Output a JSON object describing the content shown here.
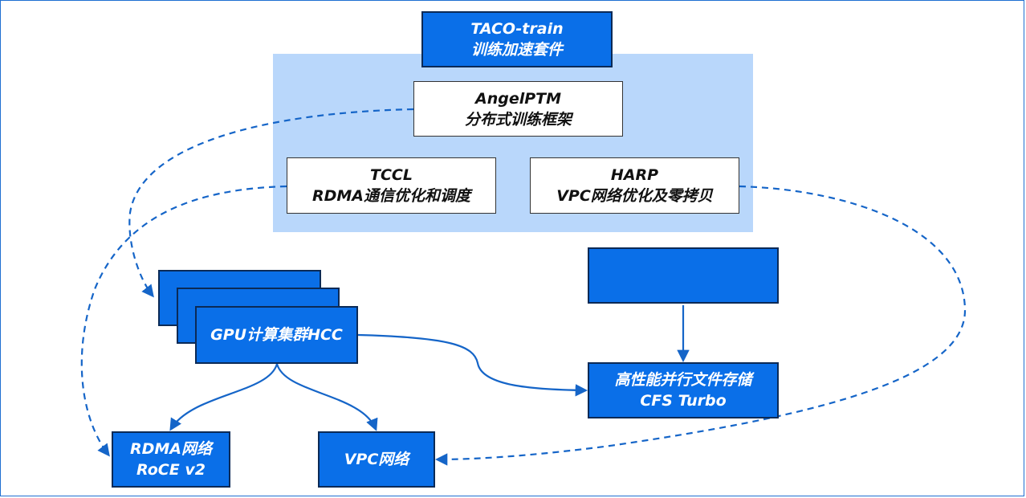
{
  "taco": {
    "line1": "TACO-train",
    "line2": "训练加速套件"
  },
  "angel": {
    "line1": "AngelPTM",
    "line2": "分布式训练框架"
  },
  "tccl": {
    "line1": "TCCL",
    "line2": "RDMA通信优化和调度"
  },
  "harp": {
    "line1": "HARP",
    "line2": "VPC网络优化及零拷贝"
  },
  "hcc": {
    "label": "GPU计算集群HCC"
  },
  "blurred_box": {
    "label": ""
  },
  "cfs": {
    "line1": "高性能并行文件存储",
    "line2": "CFS Turbo"
  },
  "rdma": {
    "line1": "RDMA网络",
    "line2": "RoCE v2"
  },
  "vpc": {
    "label": "VPC网络"
  },
  "colors": {
    "box_blue": "#0a6fe8",
    "panel_light_blue": "#b9d7fb",
    "line_blue": "#1565c8",
    "border_dark": "#0b2a56"
  }
}
